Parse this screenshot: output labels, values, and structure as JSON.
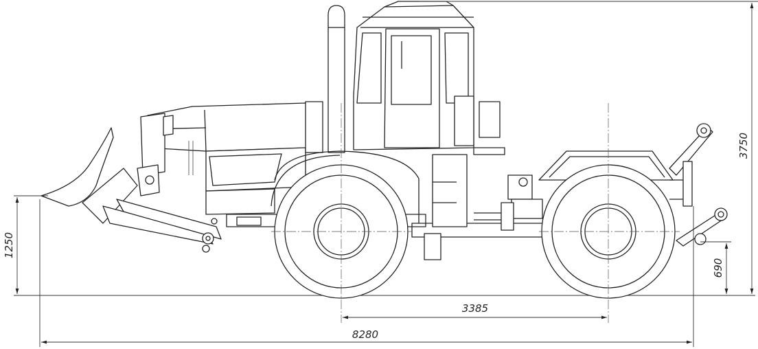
{
  "dimensions": {
    "overall_length": "8280",
    "wheelbase": "3385",
    "overall_height": "3750",
    "blade_height": "1250",
    "hitch_height": "690"
  }
}
